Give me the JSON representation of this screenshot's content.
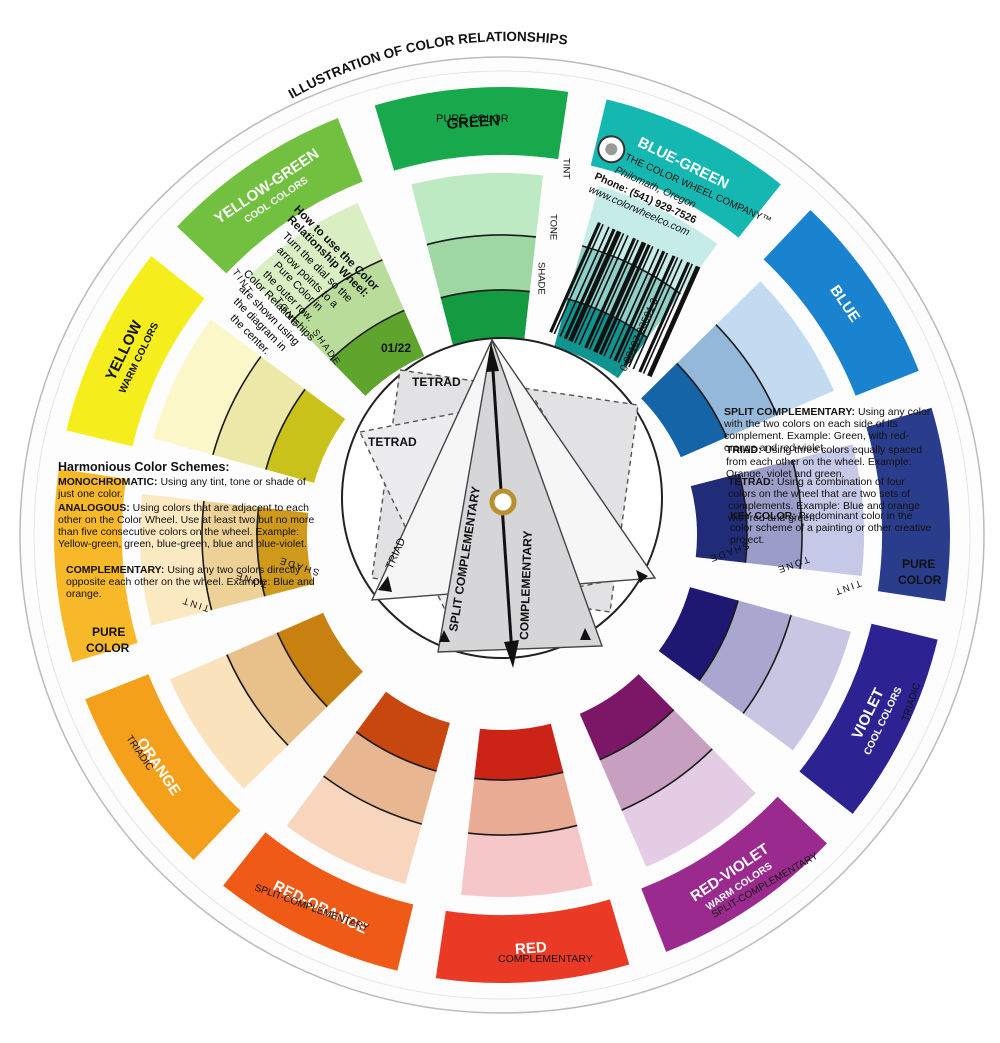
{
  "title": "ILLUSTRATION OF COLOR RELATIONSHIPS",
  "segments": [
    {
      "key": "green",
      "name": "GREEN",
      "sub": "",
      "pure": "#22b24c",
      "tint": "#bde9c3",
      "tone": "#9fd7a3",
      "shade": "#149a40",
      "tab": "#17a94b"
    },
    {
      "key": "blue-green",
      "name": "BLUE-GREEN",
      "sub": "",
      "pure": "#12b7b2",
      "tint": "#c6ece8",
      "tone": "#8ecfc8",
      "shade": "#0f948f",
      "tab": "#15b8b1"
    },
    {
      "key": "blue",
      "name": "BLUE",
      "sub": "",
      "pure": "#1679c6",
      "tint": "#c2dbf1",
      "tone": "#94b8d9",
      "shade": "#1564a8",
      "tab": "#1a83cf"
    },
    {
      "key": "blue-violet",
      "name": "",
      "sub": "",
      "pure": "#2c3e8c",
      "tint": "#c5c8e6",
      "tone": "#9a9dc8",
      "shade": "#212c78",
      "tab": "#2a3d8c"
    },
    {
      "key": "violet",
      "name": "VIOLET",
      "sub": "COOL COLORS",
      "pure": "#2a228f",
      "tint": "#c9c6e4",
      "tone": "#a9a6cf",
      "shade": "#1e1873",
      "tab": "#2d2291"
    },
    {
      "key": "red-violet",
      "name": "RED-VIOLET",
      "sub": "WARM COLORS",
      "pure": "#a12a8a",
      "tint": "#e3cce4",
      "tone": "#c79fc1",
      "shade": "#7c1768",
      "tab": "#9b2a8f"
    },
    {
      "key": "red",
      "name": "RED",
      "sub": "",
      "pure": "#e42e22",
      "tint": "#f6c7c9",
      "tone": "#e9ab93",
      "shade": "#cc2317",
      "tab": "#ea3a26"
    },
    {
      "key": "red-orange",
      "name": "RED-ORANGE",
      "sub": "",
      "pure": "#ef5a1a",
      "tint": "#f7d6bd",
      "tone": "#e8b690",
      "shade": "#c8470e",
      "tab": "#ef5a17"
    },
    {
      "key": "orange",
      "name": "ORANGE",
      "sub": "",
      "pure": "#f39a1a",
      "tint": "#fae2bd",
      "tone": "#e8c08a",
      "shade": "#c88010",
      "tab": "#f5a01b"
    },
    {
      "key": "yellow-orange",
      "name": "",
      "sub": "",
      "pure": "#f7b92b",
      "tint": "#fbe9c2",
      "tone": "#edd197",
      "shade": "#cf9a1c",
      "tab": "#f7b82a"
    },
    {
      "key": "yellow",
      "name": "YELLOW",
      "sub": "WARM COLORS",
      "pure": "#f2ef1d",
      "tint": "#fbf7c8",
      "tone": "#ece9a8",
      "shade": "#c9c21a",
      "tab": "#f5ee1c"
    },
    {
      "key": "yellow-green",
      "name": "YELLOW-GREEN",
      "sub": "COOL COLORS",
      "pure": "#7ec540",
      "tint": "#d9eec2",
      "tone": "#b9dc9b",
      "shade": "#5fa42c",
      "tab": "#71c040"
    }
  ],
  "labels": {
    "pure_color": "PURE COLOR",
    "tint": "TINT",
    "tone": "TONE",
    "shade": "SHADE",
    "pure": "PURE",
    "color": "COLOR",
    "triadic": "TRIADIC",
    "split_complementary": "SPLIT-COMPLEMENTARY",
    "complementary": "COMPLEMENTARY",
    "date_code": "01/22",
    "tetrad": "TETRAD",
    "triad": "TRIAD",
    "split_comp_arrow": "SPLIT COMPLEMENTARY",
    "comp_arrow": "COMPLEMENTARY"
  },
  "company": {
    "name": "THE COLOR WHEEL COMPANY™",
    "city": "Philomath, Oregon",
    "phone": "Phone: (541) 929-7526",
    "web": "www.colorwheelco.com",
    "barcode": "0 88107 23501 3"
  },
  "how_to": {
    "title_1": "How to use the Color",
    "title_2": "Relationship Wheel:",
    "lines": [
      "Turn the dial so the",
      "arrow points to a",
      "Pure Color in",
      "the outer row.",
      "Color Relationships",
      "are shown using",
      "the diagram in",
      "the center."
    ]
  },
  "schemes": {
    "heading": "Harmonious Color Schemes:",
    "monochromatic_term": "MONOCHROMATIC:",
    "monochromatic": "Using any tint, tone or shade of just one color.",
    "analogous_term": "ANALOGOUS:",
    "analogous": "Using colors that are adjacent to each other on the Color Wheel. Use at least two but no more than five consecutive colors on the wheel. Example: Yellow-green, green, blue-green, blue and blue-violet.",
    "complementary_term": "COMPLEMENTARY:",
    "complementary": "Using any two colors directly opposite each other on the wheel. Example: Blue and orange."
  },
  "right_text": {
    "split_term": "SPLIT COMPLEMENTARY:",
    "split": "Using any color with the two colors on each side of its complement. Example: Green, with red-orange and red-violet.",
    "triad_term": "TRIAD:",
    "triad": "Using three colors equally spaced from each other on the wheel. Example: Orange, violet and green.",
    "tetrad_term": "TETRAD:",
    "tetrad": "Using a combination of four colors on the wheel that are two sets of complements. Example: Blue and orange with red and green.",
    "key_term": "KEY COLOR:",
    "key": "Predominant color in the color scheme of a painting or other creative project."
  }
}
